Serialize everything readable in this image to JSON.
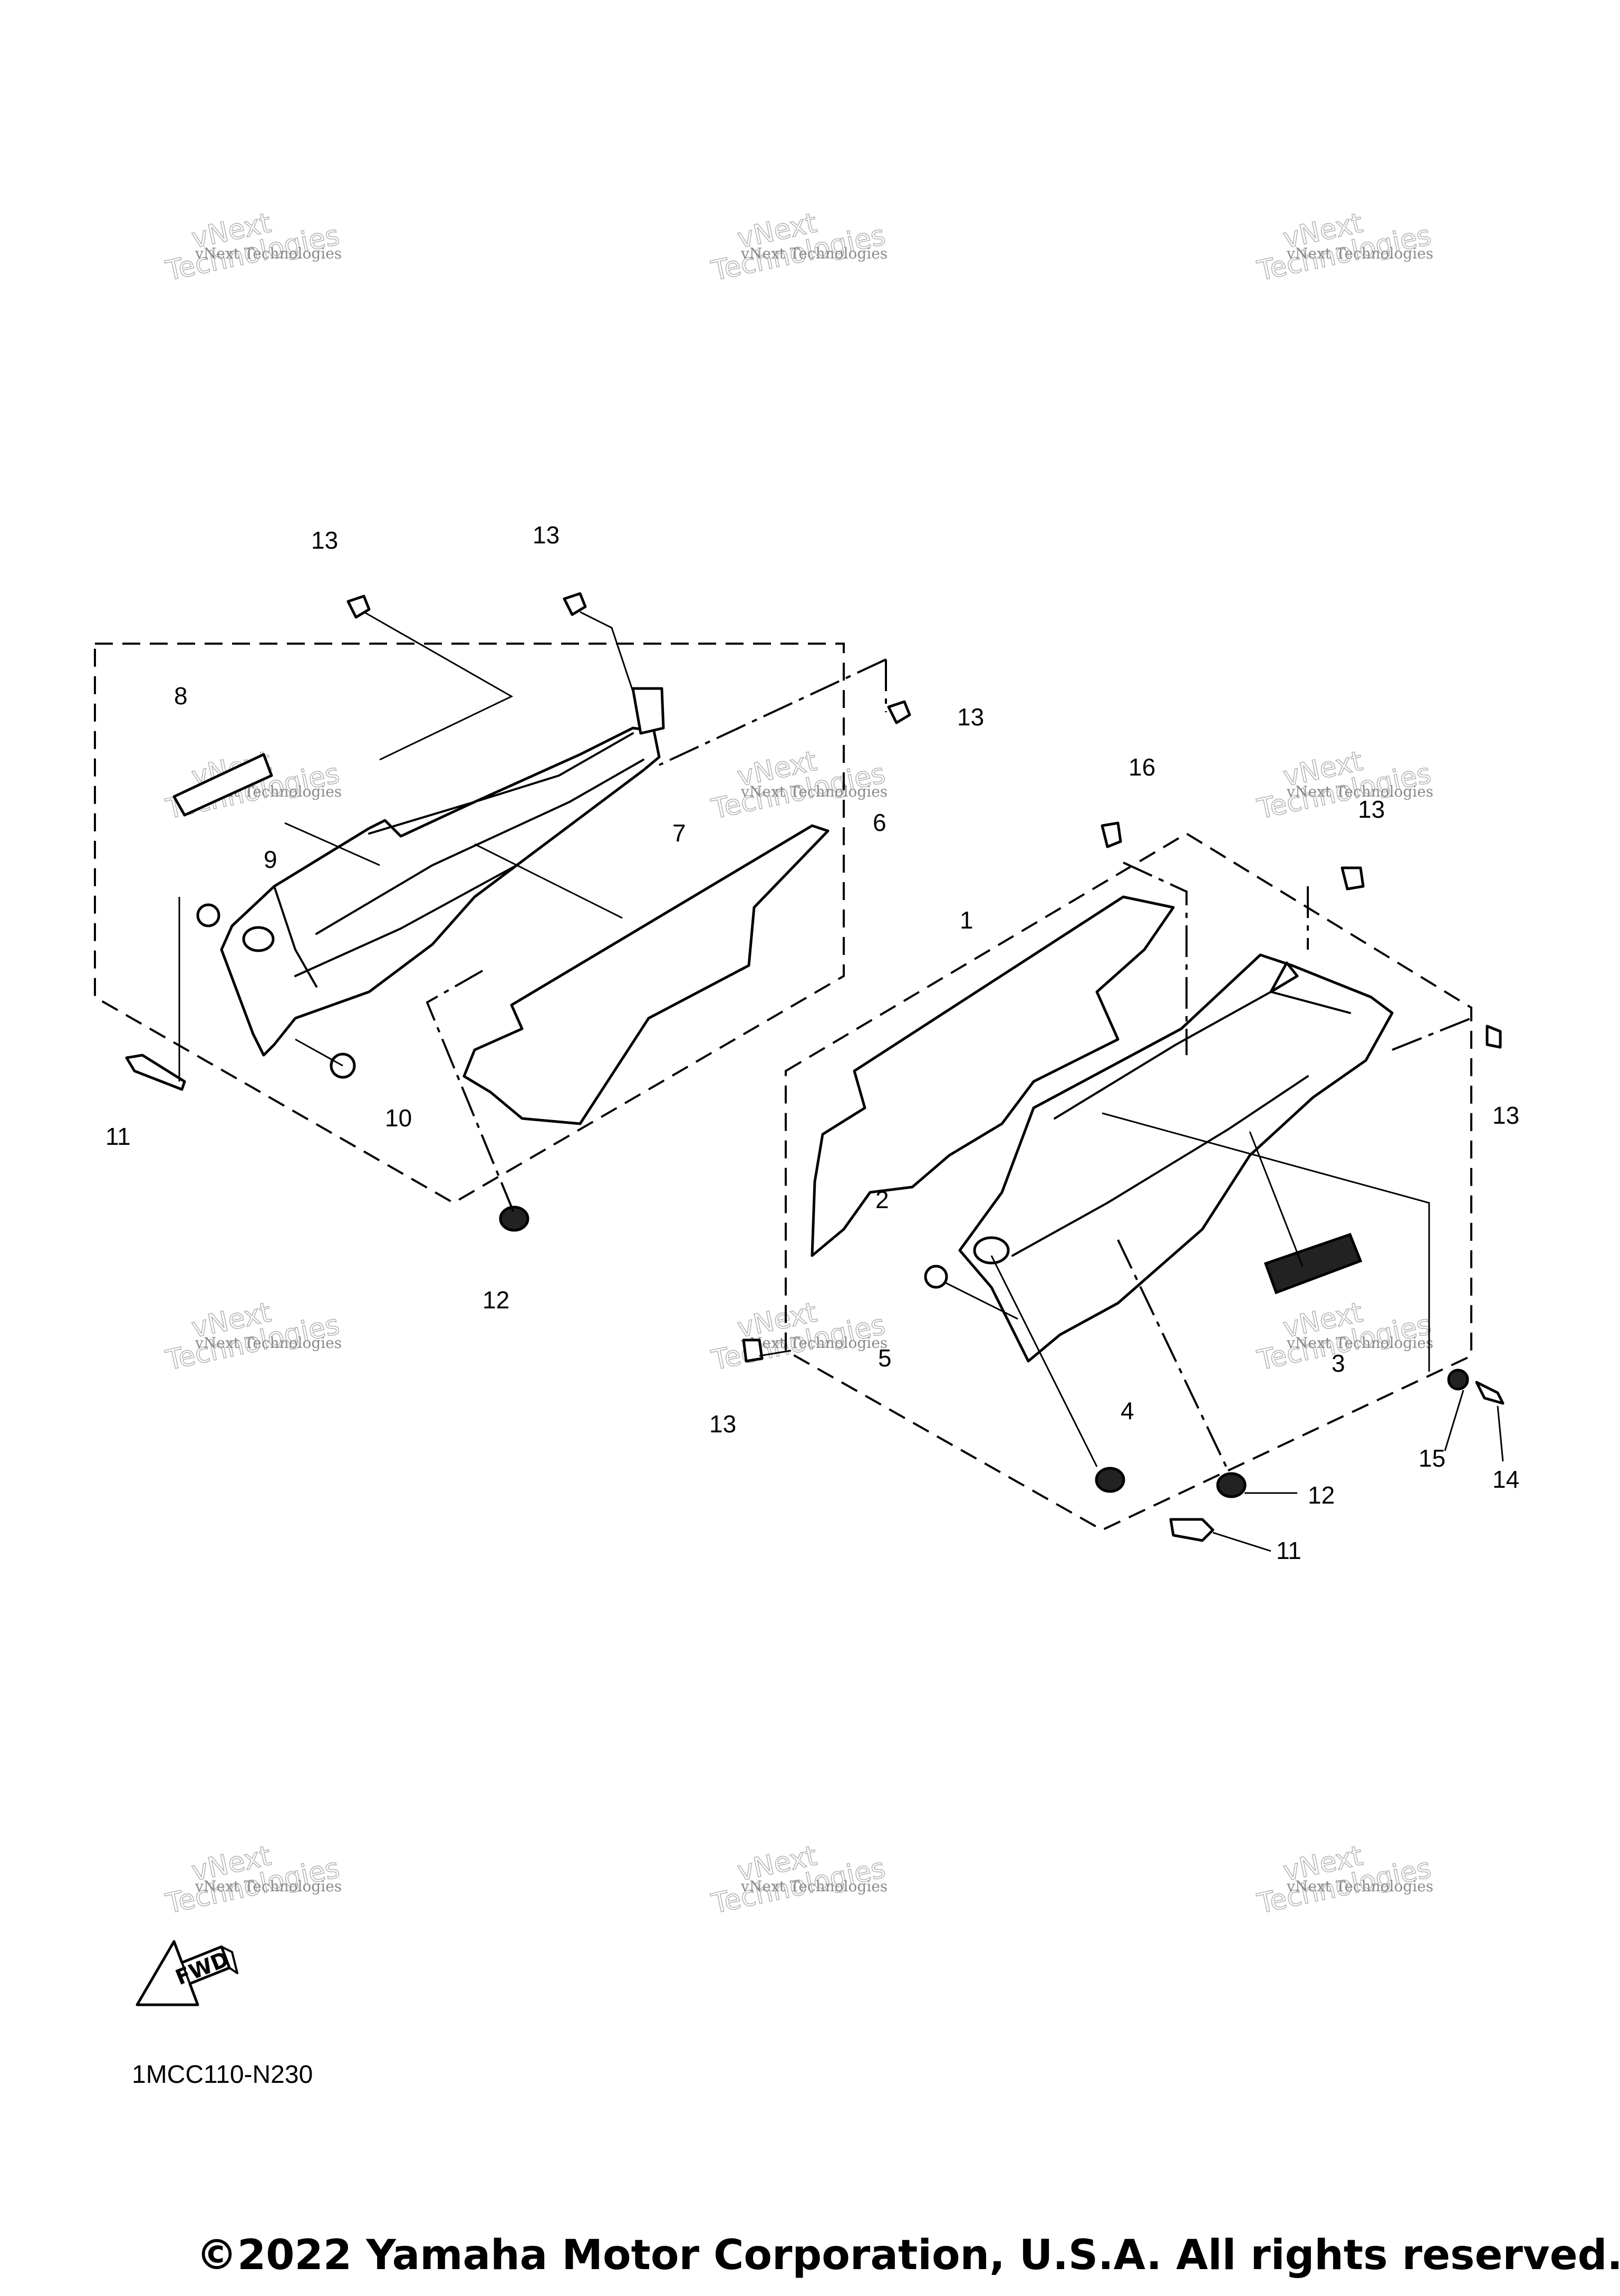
{
  "diagram": {
    "callouts": [
      {
        "id": "c1",
        "label": "13"
      },
      {
        "id": "c2",
        "label": "13"
      },
      {
        "id": "c3",
        "label": "13"
      },
      {
        "id": "c4",
        "label": "8"
      },
      {
        "id": "c5",
        "label": "9"
      },
      {
        "id": "c6",
        "label": "7"
      },
      {
        "id": "c7",
        "label": "6"
      },
      {
        "id": "c8",
        "label": "11"
      },
      {
        "id": "c9",
        "label": "10"
      },
      {
        "id": "c10",
        "label": "12"
      },
      {
        "id": "c11",
        "label": "16"
      },
      {
        "id": "c12",
        "label": "1"
      },
      {
        "id": "c13",
        "label": "13"
      },
      {
        "id": "c14",
        "label": "13"
      },
      {
        "id": "c15",
        "label": "2"
      },
      {
        "id": "c16",
        "label": "3"
      },
      {
        "id": "c17",
        "label": "5"
      },
      {
        "id": "c18",
        "label": "13"
      },
      {
        "id": "c19",
        "label": "4"
      },
      {
        "id": "c20",
        "label": "12"
      },
      {
        "id": "c21",
        "label": "11"
      },
      {
        "id": "c22",
        "label": "15"
      },
      {
        "id": "c23",
        "label": "14"
      }
    ],
    "fwd_label": "FWD",
    "watermark": {
      "line1": "vNext Technologies",
      "line2": "vNext",
      "line3": "Technologies"
    },
    "diagram_code": "1MCC110-N230"
  },
  "footer": {
    "copyright": "©2022 Yamaha Motor Corporation, U.S.A. All rights reserved."
  }
}
